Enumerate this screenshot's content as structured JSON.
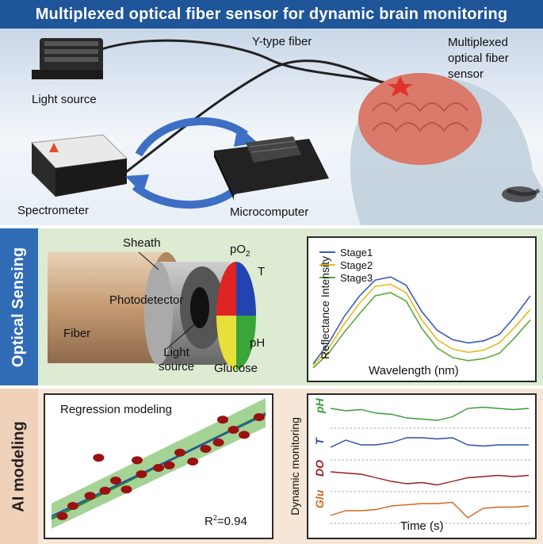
{
  "title": "Multiplexed optical fiber sensor for dynamic brain monitoring",
  "top": {
    "light_source": "Light source",
    "y_fiber": "Y-type fiber",
    "sensor_label": [
      "Multiplexed",
      "optical fiber",
      "sensor"
    ],
    "spectrometer": "Spectrometer",
    "microcomputer": "Microcomputer"
  },
  "optical": {
    "side_label": "Optical Sensing",
    "sheath": "Sheath",
    "po2_base": "pO",
    "po2_sub": "2",
    "temp": "T",
    "photodetector": "Photodetector",
    "fiber": "Fiber",
    "light_source": [
      "Light",
      "source"
    ],
    "glucose": "Glucose",
    "ph": "pH",
    "colors": {
      "po2": "#e02424",
      "t": "#2343b0",
      "ph": "#3aa63a",
      "glucose": "#e8e03a"
    }
  },
  "ai": {
    "side_label": "AI modeling",
    "regression_title": "Regression modeling",
    "r2_prefix": "R",
    "r2_sup": "2",
    "r2_value": "=0.94",
    "dyn_label": "Dynamic monitoring",
    "time_label": "Time (s)",
    "channels": [
      "pH",
      "T",
      "DO",
      "Glu"
    ],
    "channel_colors": [
      "#3a9a3a",
      "#2b4fa8",
      "#9a1b1b",
      "#d0651e"
    ]
  },
  "chart_data": [
    {
      "type": "line",
      "ylabel": "Reflectance Intensity",
      "xlabel": "Wavelength (nm)",
      "series": [
        {
          "name": "Stage1",
          "color": "#3c5cb8",
          "values": [
            0.1,
            0.3,
            0.55,
            0.75,
            0.9,
            0.93,
            0.85,
            0.6,
            0.42,
            0.33,
            0.3,
            0.32,
            0.38,
            0.55,
            0.75
          ]
        },
        {
          "name": "Stage2",
          "color": "#e8b820",
          "values": [
            0.08,
            0.25,
            0.48,
            0.68,
            0.84,
            0.86,
            0.78,
            0.52,
            0.33,
            0.24,
            0.21,
            0.23,
            0.3,
            0.45,
            0.62
          ]
        },
        {
          "name": "Stage3",
          "color": "#5aa83a",
          "values": [
            0.06,
            0.2,
            0.4,
            0.58,
            0.75,
            0.78,
            0.7,
            0.44,
            0.25,
            0.16,
            0.13,
            0.15,
            0.2,
            0.35,
            0.52
          ]
        }
      ]
    },
    {
      "type": "scatter",
      "title": "Regression modeling",
      "points": [
        [
          0.05,
          0.12
        ],
        [
          0.1,
          0.2
        ],
        [
          0.18,
          0.28
        ],
        [
          0.25,
          0.32
        ],
        [
          0.3,
          0.4
        ],
        [
          0.35,
          0.33
        ],
        [
          0.42,
          0.45
        ],
        [
          0.5,
          0.5
        ],
        [
          0.55,
          0.52
        ],
        [
          0.6,
          0.62
        ],
        [
          0.66,
          0.55
        ],
        [
          0.72,
          0.65
        ],
        [
          0.78,
          0.7
        ],
        [
          0.85,
          0.8
        ],
        [
          0.9,
          0.76
        ],
        [
          0.97,
          0.9
        ],
        [
          0.22,
          0.58
        ],
        [
          0.4,
          0.56
        ],
        [
          0.8,
          0.88
        ]
      ]
    }
  ]
}
